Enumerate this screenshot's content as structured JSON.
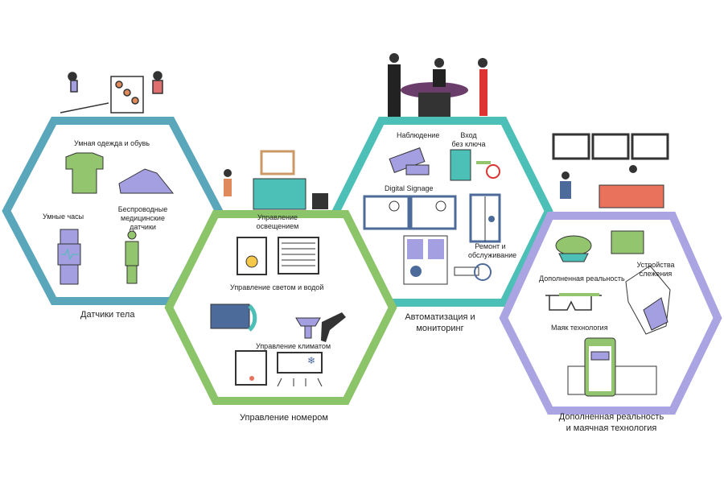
{
  "colors": {
    "blue": "#5aa6ba",
    "green": "#8cc46a",
    "teal": "#4cbfb6",
    "purple": "#aaa5e2",
    "icon_purple": "#a39fe0",
    "icon_green": "#93c56f"
  },
  "body_sensors": {
    "caption": "Датчики тела",
    "items": [
      "Умная одежда и обувь",
      "Умные часы",
      "Беспроводные",
      "медицинские",
      "датчики"
    ]
  },
  "room_management": {
    "caption": "Управление номером",
    "items": [
      "Управление",
      "освещением",
      "Управление светом и водой",
      "Управление климатом"
    ]
  },
  "automation": {
    "caption_line1": "Автоматизация и",
    "caption_line2": "мониторинг",
    "items": [
      "Наблюдение",
      "Вход",
      "без ключа",
      "Digital Signage",
      "Ремонт и",
      "обслуживание"
    ]
  },
  "ar_beacon": {
    "caption_line1": "Дополненная реальность",
    "caption_line2": "и маячная технология",
    "items": [
      "Дополненная реальность",
      "Устройства",
      "слежения",
      "Маяк технология"
    ]
  }
}
